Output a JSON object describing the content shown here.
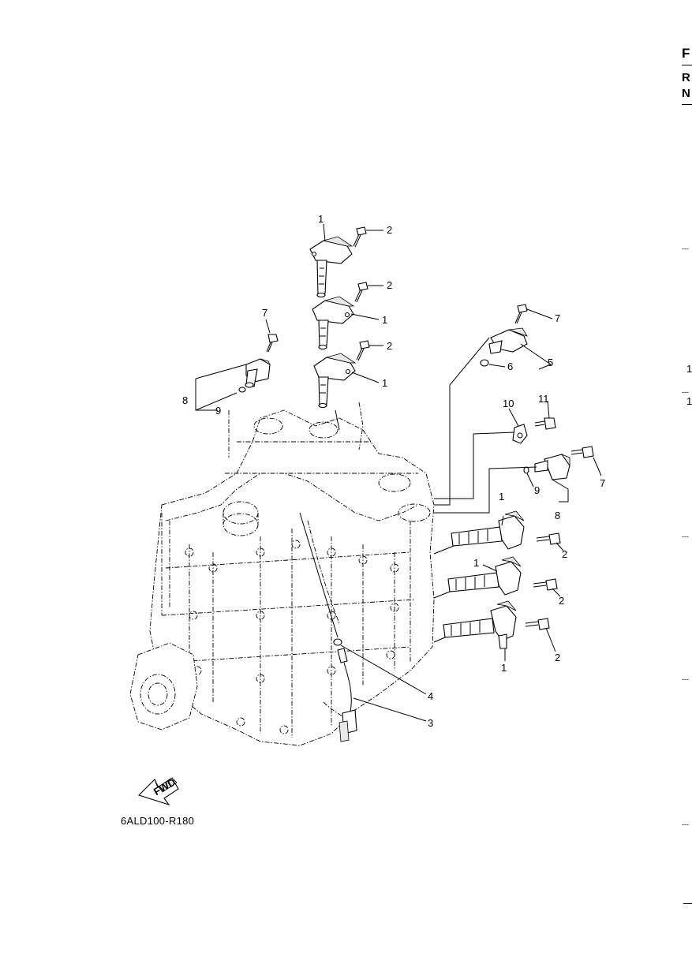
{
  "diagram_code": "6ALD100-R180",
  "fwd_label": "FWD",
  "edge": {
    "letters": [
      "F",
      "R",
      "N"
    ],
    "dash_marks": [
      "---",
      "---",
      "---",
      "---",
      "---"
    ],
    "numbers": [
      "1",
      "1"
    ]
  },
  "callouts": {
    "c1a": "1",
    "c2a": "2",
    "c2b": "2",
    "c1b": "1",
    "c2c": "2",
    "c1c": "1",
    "c7a": "7",
    "c8a": "8",
    "c9a": "9",
    "c7b": "7",
    "c5": "5",
    "c6": "6",
    "c10": "10",
    "c11": "11",
    "c7c": "7",
    "c9b": "9",
    "c8b": "8",
    "c1d": "1",
    "c2d": "2",
    "c1e": "1",
    "c2e": "2",
    "c2f": "2",
    "c1f": "1",
    "c4": "4",
    "c3": "3"
  }
}
